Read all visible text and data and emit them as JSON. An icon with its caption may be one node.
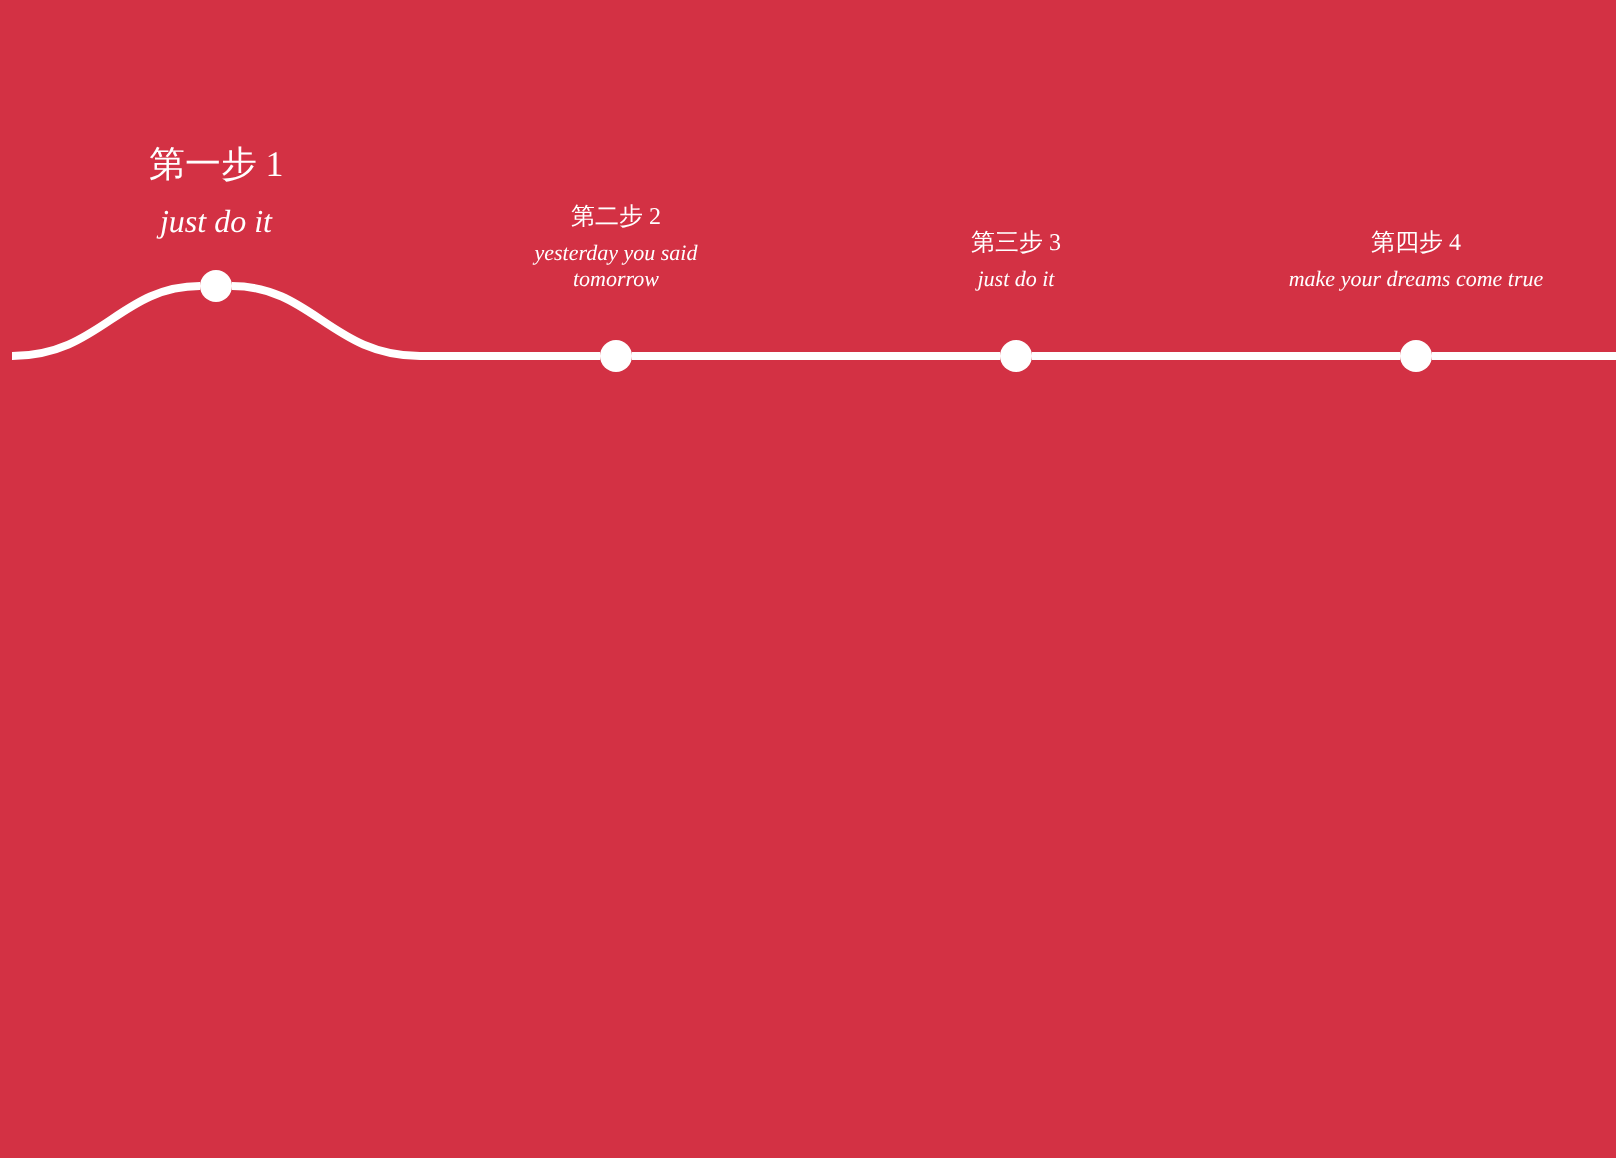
{
  "diagram": {
    "nodes": [
      {
        "text": [
          "第一步 1",
          "just do it"
        ]
      },
      {
        "text": [
          "第二步 2",
          "yesterday you said tomorrow"
        ]
      },
      {
        "text": [
          "第三步 3",
          "just do it"
        ]
      },
      {
        "text": [
          "第四步 4",
          "make your dreams come true"
        ]
      }
    ],
    "edges": [
      {
        "from": null,
        "to": 0,
        "arrow": "none"
      },
      {
        "from": 0,
        "to": 1,
        "arrow": "none"
      },
      {
        "from": 1,
        "to": 2,
        "arrow": "none"
      },
      {
        "from": 2,
        "to": 3,
        "arrow": "none"
      },
      {
        "from": 3,
        "to": null,
        "arrow": "none"
      }
    ]
  }
}
